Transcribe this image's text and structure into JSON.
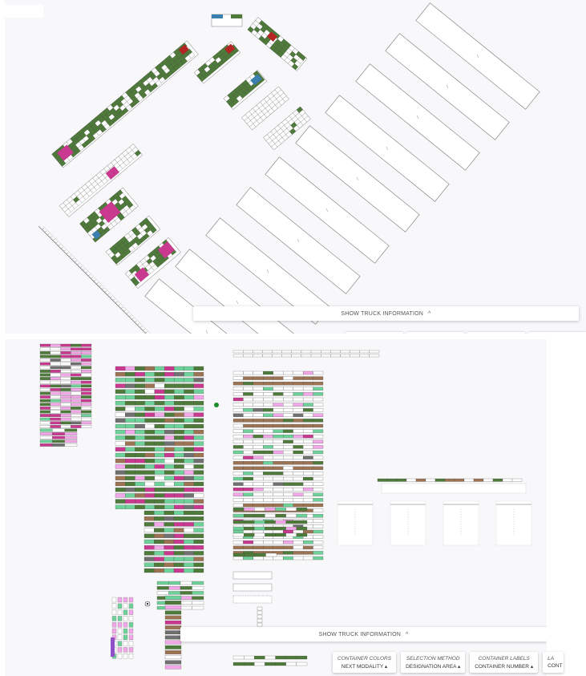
{
  "panels": {
    "top": {
      "show_truck_label": "SHOW TRUCK INFORMATION",
      "chevron": "^"
    },
    "bottom": {
      "show_truck_label": "SHOW TRUCK INFORMATION",
      "chevron": "^"
    }
  },
  "controls": [
    {
      "line1": "CONTAINER COLORS",
      "line2": "NEXT MODALITY"
    },
    {
      "line1": "SELECTION METHOD",
      "line2": "DESIGNATION AREA"
    },
    {
      "line1": "CONTAINER LABELS",
      "line2": "CONTAINER NUMBER"
    },
    {
      "line1": "LA",
      "line2": "CONT"
    }
  ],
  "icons": {
    "dropdown": "triangle-up-icon",
    "expand": "chevron-up-icon"
  },
  "colors": {
    "container_green": "#4e7a3a",
    "container_magenta": "#c8398f",
    "container_red": "#b52323",
    "container_blue": "#3a7fb0",
    "container_brown": "#9c7453",
    "container_light_green": "#6fd19a",
    "container_pink": "#f2a7e8",
    "container_gray": "#707070",
    "status_dot_green": "#1e8c2e"
  }
}
